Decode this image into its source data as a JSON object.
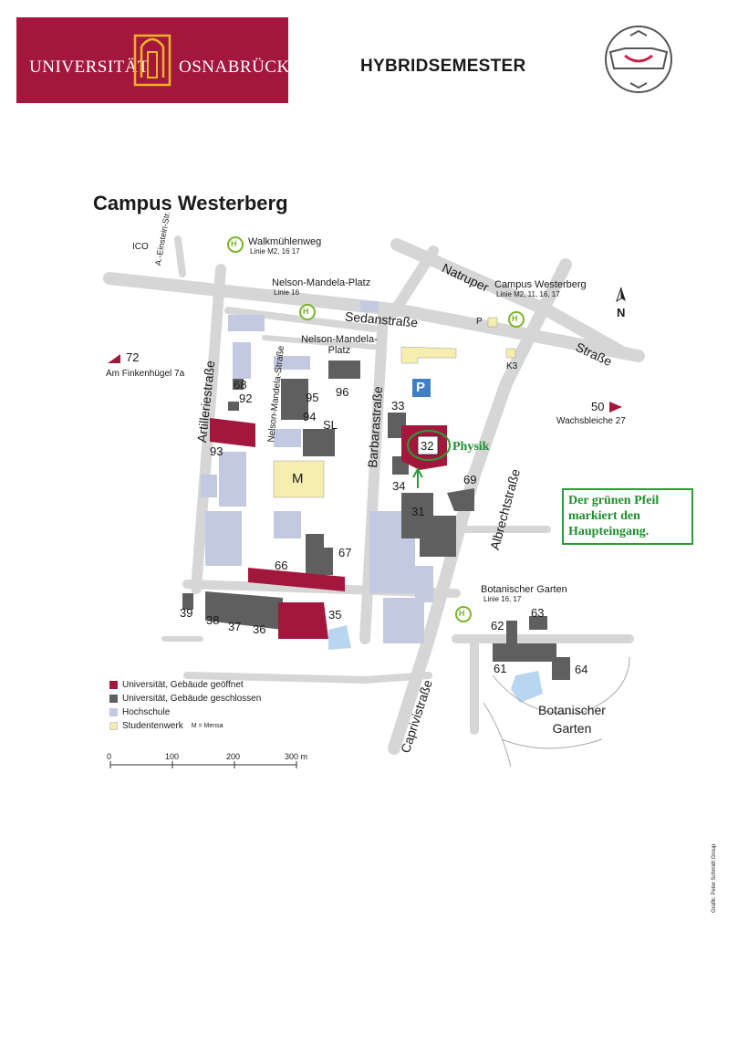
{
  "header": {
    "logo_left": "UNIVERSITÄT",
    "logo_right": "OSNABRÜCK",
    "title": "HYBRIDSEMESTER",
    "icon": "face-mask-icon"
  },
  "map": {
    "title": "Campus Westerberg",
    "streets": {
      "einstein": "A.-Einstein-Str.",
      "sedan": "Sedanstraße",
      "natruper": "Natruper",
      "strasse": "Straße",
      "artillerie": "Artilleriestraße",
      "nelson_str": "Nelson-Mandela-Straße",
      "barbara": "Barbarastraße",
      "albrecht": "Albrechtstraße",
      "caprivi": "Caprivistraße"
    },
    "places": {
      "ico": "ICO",
      "nelson_platz": "Nelson-Mandela-\nPlatz",
      "botanischer_garten": "Botanischer\nGarten",
      "mensa": "M",
      "sl": "SL",
      "k3": "K3",
      "p_small": "P",
      "parking": "P"
    },
    "stops": [
      {
        "name": "Walkmühlenweg",
        "line": "Linie M2, 16 17"
      },
      {
        "name": "Nelson-Mandela-Platz",
        "line": "Linie 16"
      },
      {
        "name": "Campus Westerberg",
        "line": "Linie M2, 11, 16, 17"
      },
      {
        "name": "Botanischer Garten",
        "line": "Linie 16, 17"
      }
    ],
    "stop_symbol": "H",
    "offsite": [
      {
        "number": "72",
        "address": "Am Finkenhügel 7a"
      },
      {
        "number": "50",
        "address": "Wachsbleiche 27"
      }
    ],
    "buildings": [
      "68",
      "92",
      "95",
      "96",
      "94",
      "93",
      "33",
      "32",
      "34",
      "31",
      "69",
      "66",
      "67",
      "39",
      "38",
      "37",
      "36",
      "35",
      "62",
      "63",
      "61",
      "64"
    ],
    "highlight_label": "Physik",
    "north_label": "N",
    "note": "Der grünen Pfeil markiert den Haupteingang."
  },
  "legend": [
    {
      "label": "Universität, Gebäude geöffnet",
      "color": "#a4173d"
    },
    {
      "label": "Universität, Gebäude geschlossen",
      "color": "#5f5f5f"
    },
    {
      "label": "Hochschule",
      "color": "#c3c9e0"
    },
    {
      "label": "Studentenwerk",
      "color": "#f6eeae"
    }
  ],
  "legend_note": "M = Mensa",
  "scale": {
    "ticks": [
      "0",
      "100",
      "200",
      "300 m"
    ]
  },
  "credit": "Grafik: Peter Schmidt Group",
  "colors": {
    "brand": "#a4173d",
    "closed": "#5f5f5f",
    "hochschule": "#c3c9e0",
    "studentenwerk": "#f6eeae",
    "street": "#d6d6d6",
    "accent_green": "#2a9d38",
    "parking": "#3f7fc4"
  }
}
